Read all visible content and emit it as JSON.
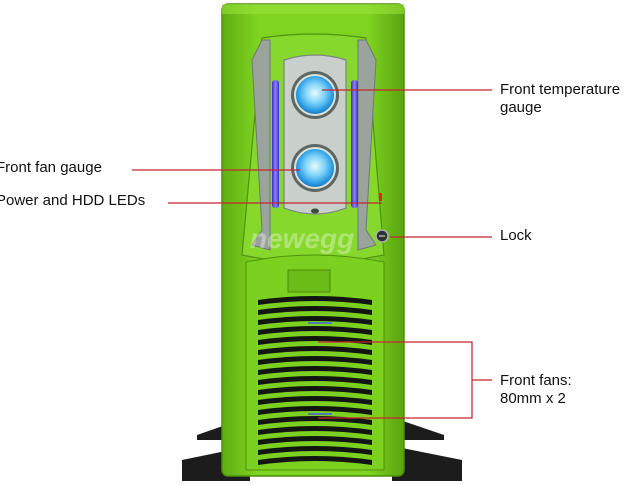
{
  "colors": {
    "case_green": "#79cf1f",
    "leader_red": "#c8232f",
    "gauge_blue": "#3aa9ee",
    "led_purple": "#5a43d8",
    "feet": "#1c1c1c"
  },
  "callouts": {
    "front_temperature_gauge": {
      "line1": "Front temperature",
      "line2": "gauge"
    },
    "front_fan_gauge": "Front fan gauge",
    "power_hdd_leds": "Power and HDD LEDs",
    "lock": "Lock",
    "front_fans": {
      "line1": "Front fans:",
      "line2": "80mm x 2"
    }
  },
  "watermark": "newegg"
}
